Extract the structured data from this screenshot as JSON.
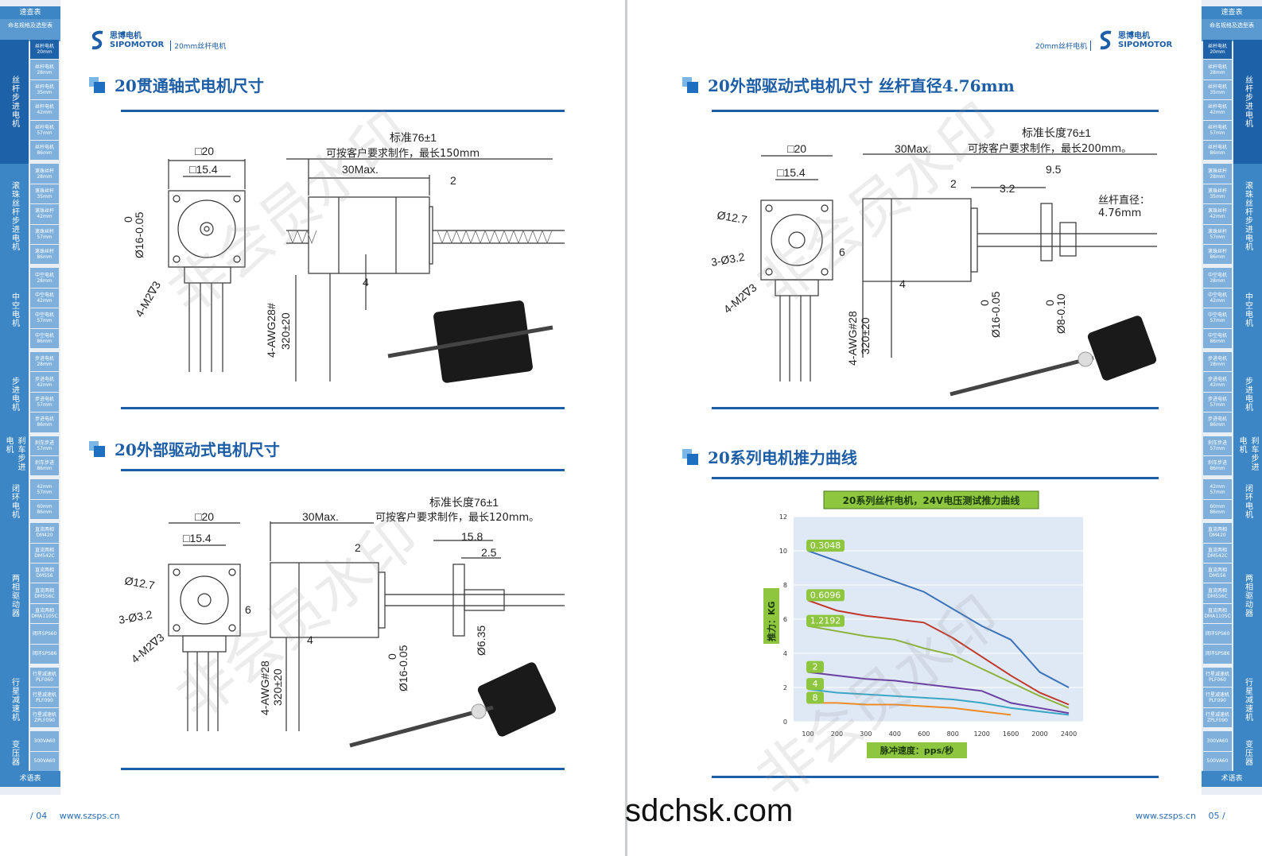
{
  "sidebar": {
    "top": "速查表",
    "top2": "命名规格及选型表",
    "groups": [
      {
        "label": "丝杆步进电机",
        "items": [
          "丝杆电机20mm",
          "丝杆电机28mm",
          "丝杆电机35mm",
          "丝杆电机42mm",
          "丝杆电机57mm",
          "丝杆电机86mm"
        ],
        "active": true
      },
      {
        "label": "滚珠丝杆步进电机",
        "items": [
          "滚珠丝杆28mm",
          "滚珠丝杆35mm",
          "滚珠丝杆42mm",
          "滚珠丝杆57mm",
          "滚珠丝杆86mm"
        ]
      },
      {
        "label": "中空电机",
        "items": [
          "中空电机28mm",
          "中空电机42mm",
          "中空电机57mm",
          "中空电机86mm"
        ]
      },
      {
        "label": "步进电机",
        "items": [
          "步进电机28mm",
          "步进电机42mm",
          "步进电机57mm",
          "步进电机86mm"
        ]
      },
      {
        "label": "刹车步进电机",
        "items": [
          "刹车步进57mm",
          "刹车步进86mm"
        ]
      },
      {
        "label": "闭环电机",
        "items": [
          "42mm 57mm",
          "60mm 86mm"
        ]
      },
      {
        "label": "两相驱动器",
        "items": [
          "直流两相DM420",
          "直流两相DM542C",
          "直流两相DM556",
          "直流两相DM556C",
          "直流两相DMA1105C",
          "闭环SPS60",
          "闭环SPS86"
        ]
      },
      {
        "label": "行星减速机",
        "items": [
          "行星减速机PLF060",
          "行星减速机PLF090",
          "行星减速机ZPLF090"
        ]
      },
      {
        "label": "变压器",
        "items": [
          "300VA60",
          "500VA60"
        ]
      }
    ],
    "bottom": "术语表"
  },
  "header_left": {
    "brand_cn": "思博电机",
    "brand_en": "SIPOMOTOR",
    "subtitle": "20mm丝杆电机"
  },
  "header_right": {
    "brand_cn": "思博电机",
    "brand_en": "SIPOMOTOR",
    "subtitle": "20mm丝杆电机"
  },
  "sections": {
    "s1": "20贯通轴式电机尺寸",
    "s2": "20外部驱动式电机尺寸",
    "s3": "20外部驱动式电机尺寸 丝杆直径4.76mm",
    "s4": "20系列电机推力曲线"
  },
  "diagram1": {
    "sq20": "□20",
    "sq154": "□15.4",
    "std": "标准76±1",
    "note": "可按客户要求制作，最长150mm",
    "max": "30Max.",
    "d2": "2",
    "d4": "4",
    "dia": "Ø16-0.05",
    "zero": "0",
    "m2": "4-M2∇3",
    "awg": "4-AWG28#",
    "len": "320±20"
  },
  "diagram2": {
    "sq20": "□20",
    "sq154": "□15.4",
    "std": "标准长度76±1",
    "note": "可按客户要求制作，最长120mm。",
    "max": "30Max.",
    "d2": "2",
    "d158": "15.8",
    "d25": "2.5",
    "d127": "Ø12.7",
    "d32": "3-Ø3.2",
    "d6": "6",
    "m2": "4-M2∇3",
    "d4": "4",
    "awg": "4-AWG#28",
    "len": "320±20",
    "zero": "0",
    "dia": "Ø16-0.05",
    "d635": "Ø6.35"
  },
  "diagram3": {
    "sq20": "□20",
    "max": "30Max.",
    "std": "标准长度76±1",
    "note": "可按客户要求制作，最长200mm。",
    "sq154": "□15.4",
    "d95": "9.5",
    "d2": "2",
    "d32v": "3.2",
    "lead": "丝杆直径：",
    "lead2": "4.76mm",
    "d127": "Ø12.7",
    "d32": "3-Ø3.2",
    "d6": "6",
    "m2": "4-M2∇3",
    "d4": "4",
    "zero": "0",
    "dia": "Ø16-0.05",
    "zero2": "0",
    "dia2": "Ø8-0.10",
    "awg": "4-AWG#28",
    "len": "320±20"
  },
  "chart_data": {
    "type": "line",
    "title": "20系列丝杆电机，24V电压测试推力曲线",
    "xlabel": "脉冲速度：pps/秒",
    "ylabel": "推力：KG",
    "categories": [
      "100",
      "200",
      "300",
      "400",
      "600",
      "800",
      "1200",
      "1600",
      "2000",
      "2400"
    ],
    "ylim": [
      0,
      12
    ],
    "yticks": [
      0,
      2,
      4,
      6,
      8,
      10,
      12
    ],
    "series": [
      {
        "name": "0.3048",
        "color": "#3b72b8",
        "values": [
          10.0,
          9.4,
          8.8,
          8.2,
          7.6,
          6.6,
          5.6,
          4.8,
          2.9,
          2.0
        ]
      },
      {
        "name": "0.6096",
        "color": "#c0392b",
        "values": [
          7.1,
          6.5,
          6.2,
          6.0,
          5.8,
          4.9,
          3.8,
          2.7,
          1.7,
          1.0
        ]
      },
      {
        "name": "1.2192",
        "color": "#8db23b",
        "values": [
          5.6,
          5.3,
          5.0,
          4.8,
          4.3,
          3.9,
          3.1,
          2.3,
          1.5,
          0.8
        ]
      },
      {
        "name": "2",
        "color": "#6b3fa0",
        "values": [
          2.9,
          2.7,
          2.5,
          2.4,
          2.2,
          2.0,
          1.8,
          1.1,
          0.8,
          0.5
        ]
      },
      {
        "name": "4",
        "color": "#3aa6c4",
        "values": [
          1.9,
          1.7,
          1.6,
          1.5,
          1.4,
          1.3,
          1.1,
          0.8,
          0.6,
          0.4
        ]
      },
      {
        "name": "8",
        "color": "#f08a24",
        "values": [
          1.1,
          1.1,
          1.0,
          1.0,
          0.9,
          0.8,
          0.6,
          0.4,
          null,
          null
        ]
      }
    ]
  },
  "footer_left": {
    "page": "/ 04",
    "url": "www.szsps.cn"
  },
  "footer_right": {
    "page": "05 /",
    "url": "www.szsps.cn"
  },
  "watermark": "非会员水印",
  "site": "sdchsk.com"
}
